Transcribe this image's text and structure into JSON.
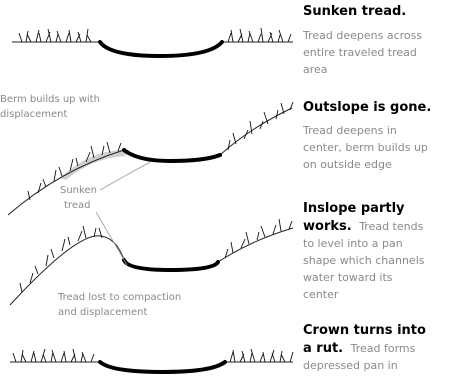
{
  "sections": [
    {
      "heading_lines": [
        "Sunken tread."
      ],
      "body_lines": [
        "Tread deepens across",
        "entire traveled tread",
        "area"
      ]
    },
    {
      "heading_lines": [
        "Outslope is gone."
      ],
      "body_lines": [
        "Tread deepens in",
        "center, berm builds up",
        "on outside edge"
      ]
    },
    {
      "heading_lines": [
        "Inslope partly",
        "works."
      ],
      "body_lines": [
        "Tread tends",
        "to level into a pan",
        "shape which channels",
        "water toward its",
        "center"
      ]
    },
    {
      "heading_lines": [
        "Crown turns into",
        "a rut."
      ],
      "body_lines": [
        "Tread forms",
        "depressed pan in"
      ]
    }
  ],
  "callouts": {
    "berm_lines": [
      "Berm builds up with",
      "displacement"
    ],
    "sunken_lines": [
      "Sunken",
      "tread"
    ],
    "lost_lines": [
      "Tread lost to compaction",
      "and displacement"
    ]
  },
  "colors": {
    "heading": "#000000",
    "body": "#8a8a8a",
    "tread": "#000000",
    "berm": "#d0d0d0"
  }
}
